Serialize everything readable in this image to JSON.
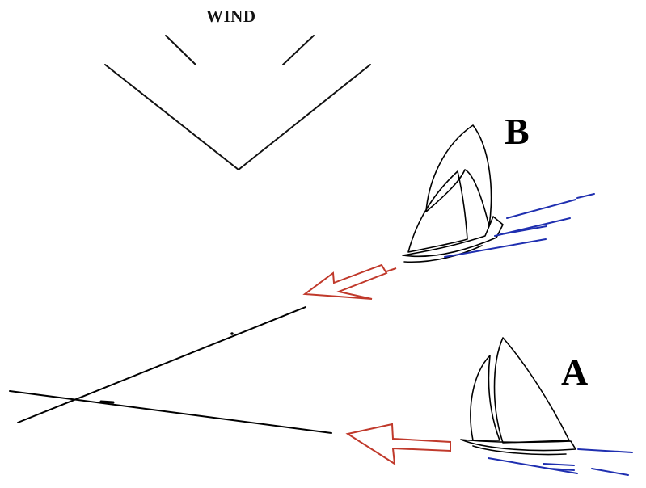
{
  "labels": {
    "wind": "WIND",
    "boat_b": "B",
    "boat_a": "A"
  },
  "colors": {
    "line": "#000000",
    "arrow": "#c0392b",
    "water": "#1f2fb0",
    "background": "#ffffff"
  }
}
